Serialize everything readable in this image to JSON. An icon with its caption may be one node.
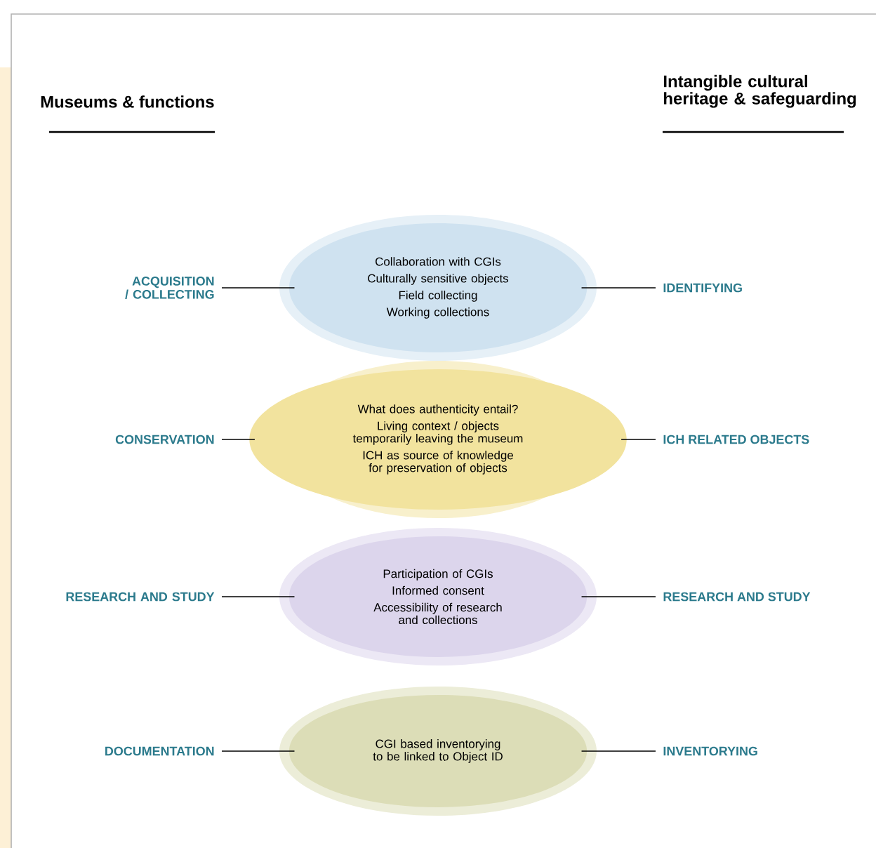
{
  "diagram": {
    "nodes": [
      {
        "text": [
          "ACQUISITION / COLLECTING"
        ]
      },
      {
        "text": [
          "Collaboration with CGIs",
          "Culturally sensitive objects",
          "Field collecting",
          "Working collections"
        ]
      },
      {
        "text": [
          "IDENTIFYING"
        ]
      },
      {
        "text": [
          "CONSERVATION"
        ]
      },
      {
        "text": [
          "What does authenticity entail?",
          "Living context / objects temporarily leaving the museum",
          "ICH as source of knowledge for preservation of objects"
        ]
      },
      {
        "text": [
          "ICH RELATED OBJECTS"
        ]
      },
      {
        "text": [
          "RESEARCH AND STUDY"
        ]
      },
      {
        "text": [
          "Participation of CGIs",
          "Informed consent",
          "Accessibility of research and collections"
        ]
      },
      {
        "text": [
          "RESEARCH AND STUDY"
        ]
      },
      {
        "text": [
          "DOCUMENTATION"
        ]
      },
      {
        "text": [
          "CGI based inventorying to be linked to Object ID"
        ]
      },
      {
        "text": [
          "INVENTORYING"
        ]
      }
    ],
    "edges": [
      {
        "from": 0,
        "to": 1,
        "arrow": "none"
      },
      {
        "from": 1,
        "to": 2,
        "arrow": "none"
      },
      {
        "from": 3,
        "to": 4,
        "arrow": "none"
      },
      {
        "from": 4,
        "to": 5,
        "arrow": "none"
      },
      {
        "from": 6,
        "to": 7,
        "arrow": "none"
      },
      {
        "from": 7,
        "to": 8,
        "arrow": "none"
      },
      {
        "from": 9,
        "to": 10,
        "arrow": "none"
      },
      {
        "from": 10,
        "to": 11,
        "arrow": "none"
      }
    ],
    "labels": [
      "Museums & functions",
      "Intangible cultural heritage & safeguarding"
    ]
  }
}
